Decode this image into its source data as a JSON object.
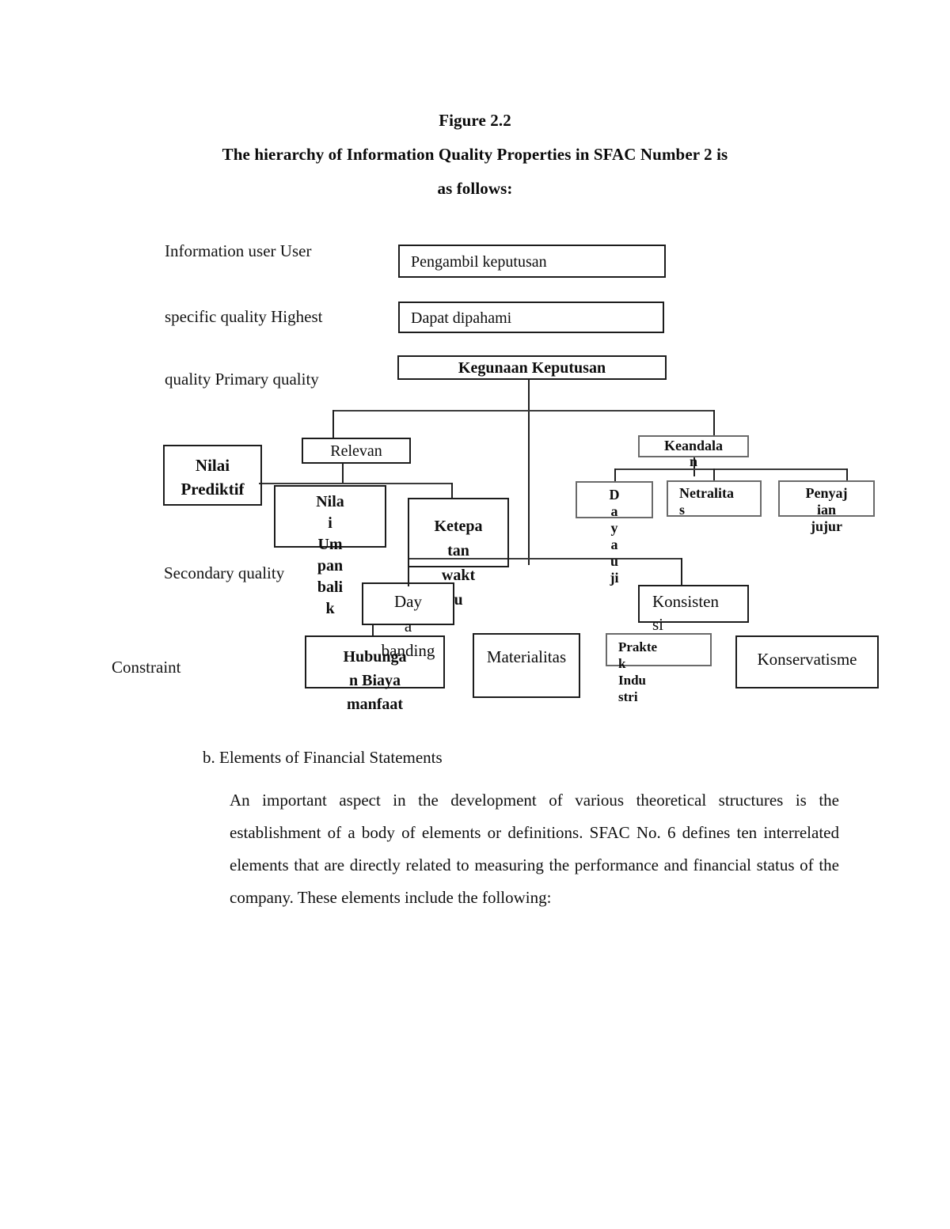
{
  "document": {
    "heading": {
      "line1": "Figure 2.2",
      "line2": "The hierarchy of Information Quality Properties in SFAC Number 2 is",
      "line3": "as follows:"
    },
    "body": {
      "list_marker_item": "b.  Elements of Financial Statements",
      "paragraph": "An important aspect in the development of various theoretical structures is the establishment of a body of elements or definitions. SFAC No. 6 defines ten interrelated elements that are directly related to measuring the performance and financial status of the company. These elements include the following:"
    }
  },
  "diagram": {
    "row_labels": [
      {
        "id": "information-user-user",
        "text": "Information user User"
      },
      {
        "id": "specific-quality-highest",
        "text": "specific quality Highest"
      },
      {
        "id": "quality-primary-quality",
        "text": "quality Primary quality"
      },
      {
        "id": "secondary-quality",
        "text": "Secondary quality"
      },
      {
        "id": "constraint",
        "text": "Constraint"
      }
    ],
    "nodes": {
      "pengambil_keputusan": "Pengambil keputusan",
      "dapat_dipahami": "Dapat dipahami",
      "kegunaan_keputusan": "Kegunaan Keputusan",
      "relevan": "Relevan",
      "keandalan": "Keandala\nn",
      "nilai_prediktif": "Nilai\nPrediktif",
      "nilai_umpan_balik": "Nila\ni\nUm\npan\nbali\nk",
      "ketepatan_waktu": "Ketepa\ntan\nwakt\nu",
      "daya_uji": "D\na\ny\na\nu\nji",
      "netralitas": "Netralita\ns",
      "penyajian_jujur": "Penyaj\nian\njujur",
      "daya_banding": "Day\na\nbanding",
      "konsistensi": "Konsisten\nsi",
      "hubungan_biaya_manfaat": "Hubunga\nn Biaya\nmanfaat",
      "materialitas": "Materialitas",
      "praktek_industri": "Prakte\nk\nIndu\nstri",
      "konservatisme": "Konservatisme"
    }
  }
}
